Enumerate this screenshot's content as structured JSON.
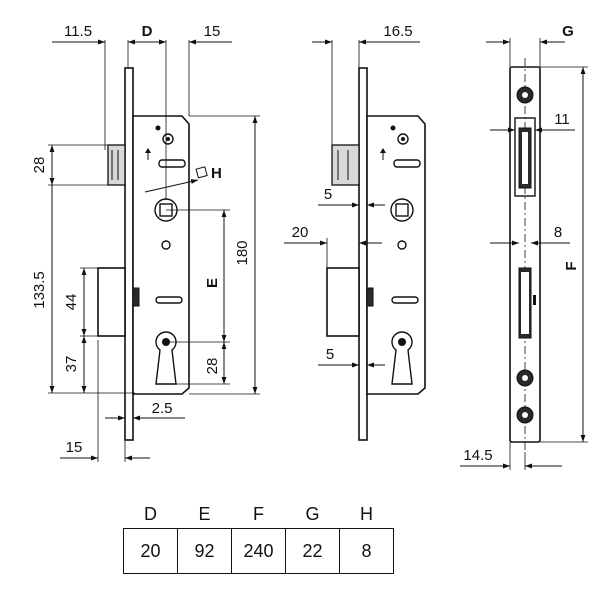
{
  "front_view": {
    "dim_backset_left": "11.5",
    "dim_d": "D",
    "dim_right": "15",
    "dim_latch": "28",
    "dim_total": "133.5",
    "dim_bolt": "44",
    "dim_low": "37",
    "dim_plate_height": "180",
    "dim_e": "E",
    "dim_cyl": "28",
    "dim_thickness": "2.5",
    "dim_bottom": "15",
    "dim_h": "H"
  },
  "side_view": {
    "dim_top": "16.5",
    "dim_5a": "5",
    "dim_20": "20",
    "dim_5b": "5"
  },
  "faceplate_view": {
    "dim_g": "G",
    "dim_11": "11",
    "dim_8": "8",
    "dim_f": "F",
    "dim_14_5": "14.5"
  },
  "spec_table": {
    "headers": [
      "D",
      "E",
      "F",
      "G",
      "H"
    ],
    "values": [
      "20",
      "92",
      "240",
      "22",
      "8"
    ]
  }
}
